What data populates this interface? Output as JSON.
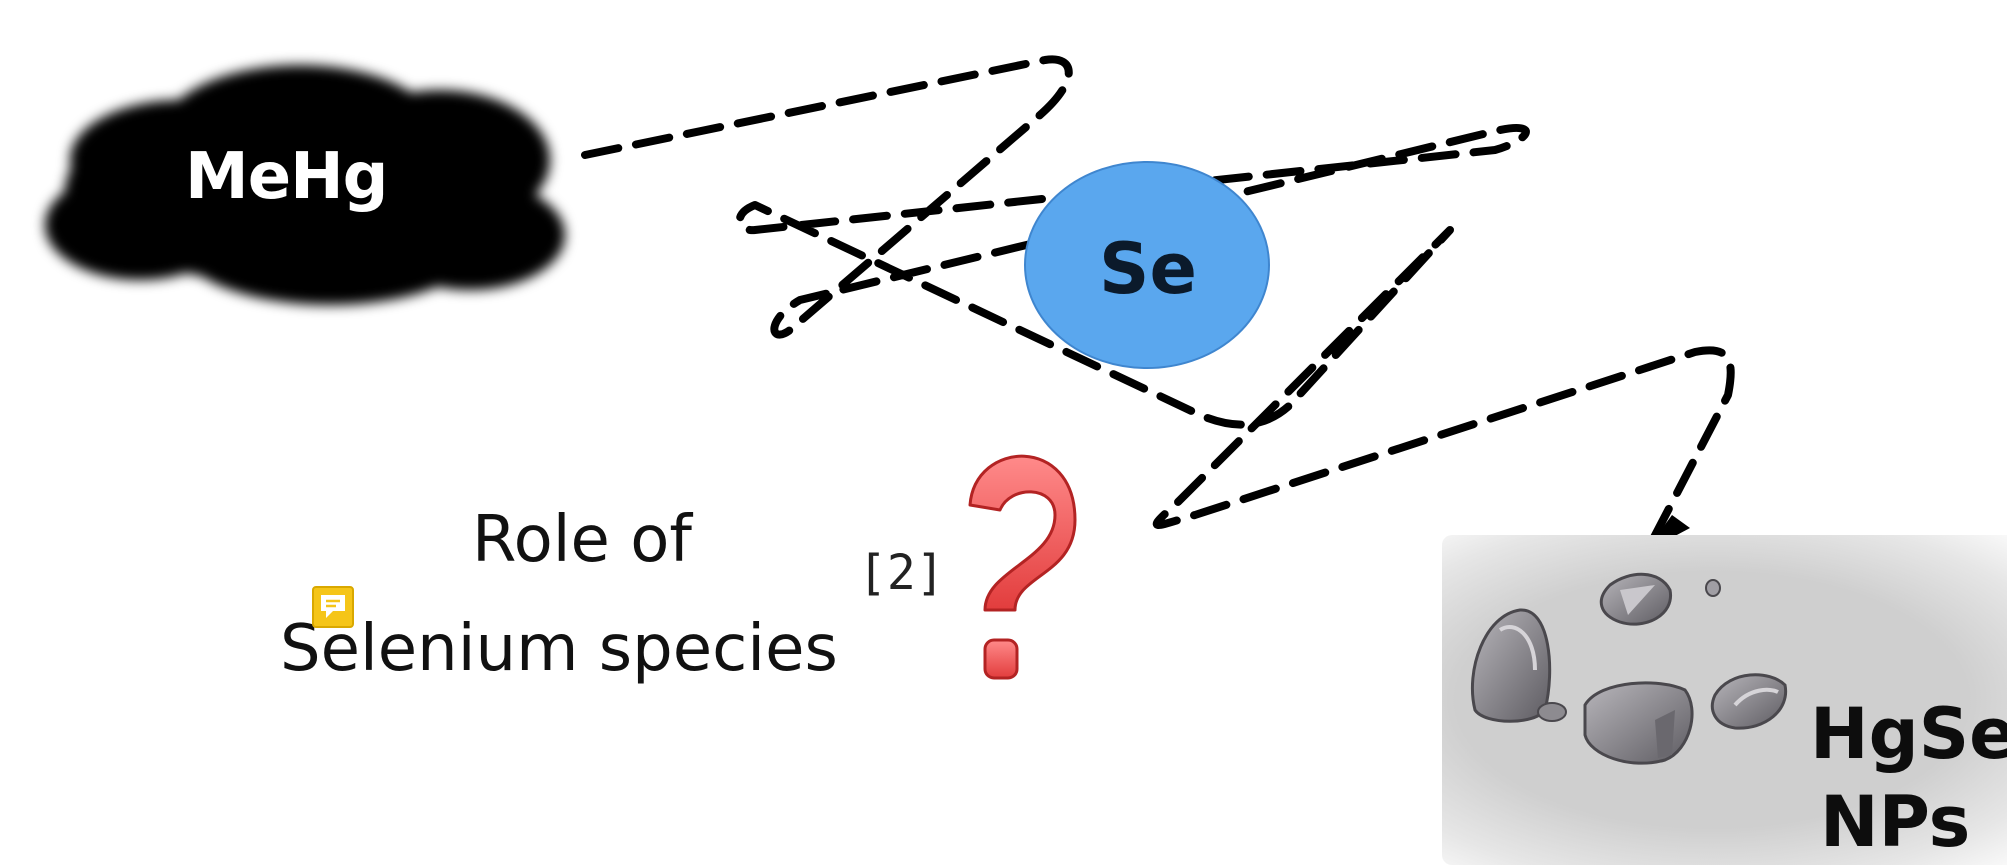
{
  "diagram": {
    "mehg_label": "MeHg",
    "se_label": "Se",
    "question_line1": "Role of",
    "question_line2": "Selenium species",
    "citation": "[2]",
    "hgse_line1": "HgSe",
    "hgse_line2": "NPs"
  },
  "colors": {
    "cloud": "#000000",
    "se_fill": "#5aa7ee",
    "se_stroke": "#3f86cf",
    "question_mark": "#ef5b5b",
    "comment_icon": "#f5c518",
    "box": "#cfcfcf",
    "stones": "#8d8b90"
  },
  "icons": {
    "comment": "comment-icon",
    "question": "question-mark-icon",
    "stones": "stones-icon"
  }
}
